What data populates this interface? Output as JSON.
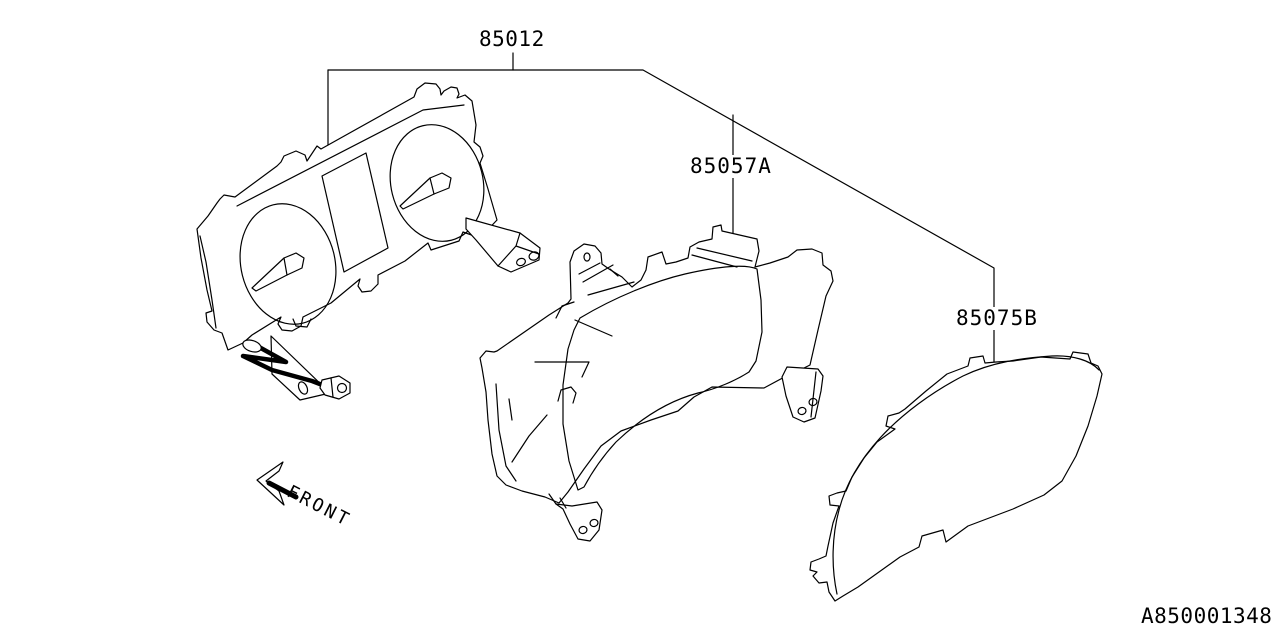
{
  "diagram": {
    "labels": {
      "meter_assembly": "85012",
      "meter_case": "85057A",
      "meter_lens": "85075B"
    },
    "front_arrow_label": "FRONT",
    "drawing_code": "A850001348",
    "colors": {
      "line": "#000000",
      "background": "#ffffff"
    }
  }
}
